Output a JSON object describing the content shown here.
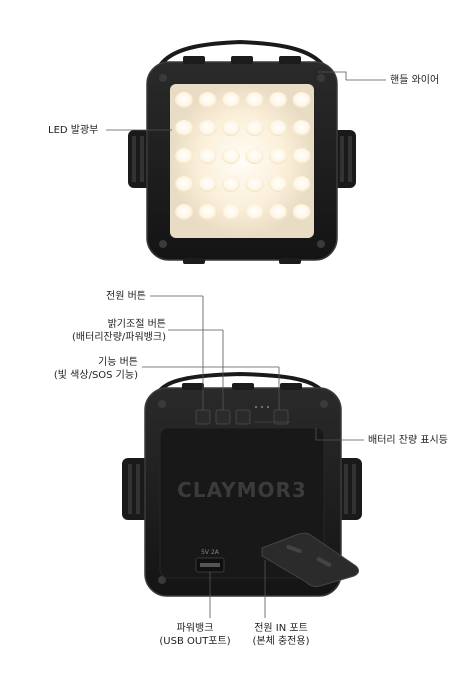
{
  "top_view": {
    "led_label": "LED 발광부",
    "handle_label": "핸들 와이어"
  },
  "bottom_view": {
    "brand_logo": "CLAYMOR3",
    "port_text": "5V 2A",
    "labels": {
      "power_button": "전원 버튼",
      "brightness_button_line1": "밝기조절 버튼",
      "brightness_button_line2": "(배터리잔량/파워뱅크)",
      "function_button_line1": "기능 버튼",
      "function_button_line2": "(빛 색상/SOS 기능)",
      "battery_indicator": "배터리 잔량 표시등",
      "powerbank_line1": "파워뱅크",
      "powerbank_line2": "(USB OUT포트)",
      "power_in_line1": "전원 IN 포트",
      "power_in_line2": "(본체 충전용)"
    }
  },
  "colors": {
    "body": "#1c1c1c",
    "body_edge": "#2e2e2e",
    "led_warm": "#fff6e2",
    "line": "#555555"
  }
}
